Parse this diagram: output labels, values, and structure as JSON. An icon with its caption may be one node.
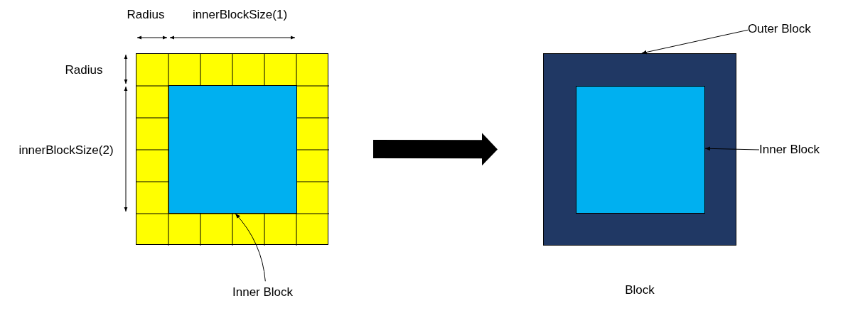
{
  "diagram": {
    "nodes": [
      {
        "text": [],
        "shape": "box"
      },
      {
        "text": [],
        "shape": "box",
        "in": 0
      },
      {
        "text": [
          "Inner Block"
        ]
      },
      {
        "text": [],
        "shape": "box",
        "beside": [
          "Block"
        ]
      },
      {
        "text": [],
        "shape": "box",
        "in": 3
      },
      {
        "text": [
          "Outer Block"
        ]
      },
      {
        "text": [
          "Inner Block"
        ]
      }
    ],
    "edges": [
      {
        "from": 2,
        "to": 1,
        "arrow": "to"
      },
      {
        "from": 5,
        "to": 3,
        "arrow": "to"
      },
      {
        "from": 6,
        "to": 4,
        "arrow": "to"
      },
      {
        "from": 0,
        "to": 3,
        "arrow": "to",
        "style": "thick"
      }
    ],
    "labels": [
      "Radius",
      "innerBlockSize(1)",
      "Radius",
      "innerBlockSize(2)"
    ]
  }
}
